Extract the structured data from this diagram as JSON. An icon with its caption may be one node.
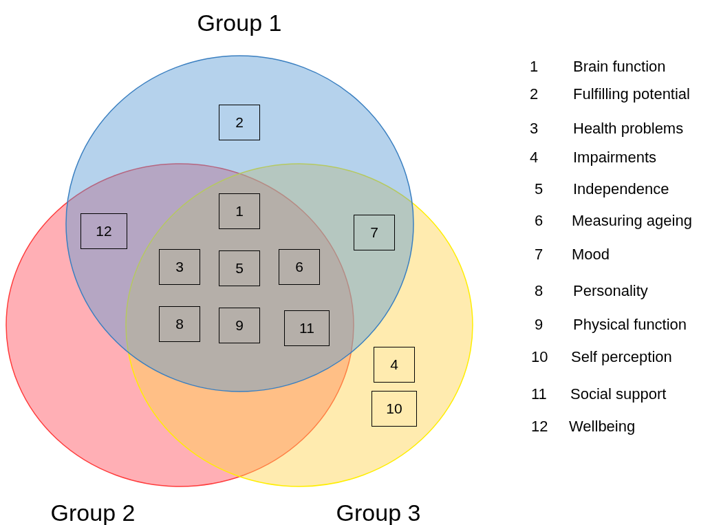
{
  "diagram": {
    "nodes": [
      {
        "text": [
          "Group 1"
        ]
      },
      {
        "text": [
          "Group 2"
        ]
      },
      {
        "text": [
          "Group 3"
        ]
      },
      {
        "text": [
          "2"
        ],
        "in": 0
      },
      {
        "text": [
          "12"
        ]
      },
      {
        "text": [
          "1"
        ]
      },
      {
        "text": [
          "7"
        ]
      },
      {
        "text": [
          "3"
        ]
      },
      {
        "text": [
          "5"
        ]
      },
      {
        "text": [
          "6"
        ]
      },
      {
        "text": [
          "8"
        ]
      },
      {
        "text": [
          "9"
        ]
      },
      {
        "text": [
          "11"
        ]
      },
      {
        "text": [
          "4"
        ],
        "in": 2
      },
      {
        "text": [
          "10"
        ],
        "in": 2
      }
    ],
    "edges": [],
    "labels": [
      "1",
      "Brain function",
      "2",
      "Fulfilling potential",
      "3",
      "Health problems",
      "4",
      "Impairments",
      "5",
      "Independence",
      "6",
      "Measuring ageing",
      "7",
      "Mood",
      "8",
      "Personality",
      "9",
      "Physical function",
      "10",
      "Self perception",
      "11",
      "Social support",
      "12",
      "Wellbeing"
    ]
  }
}
